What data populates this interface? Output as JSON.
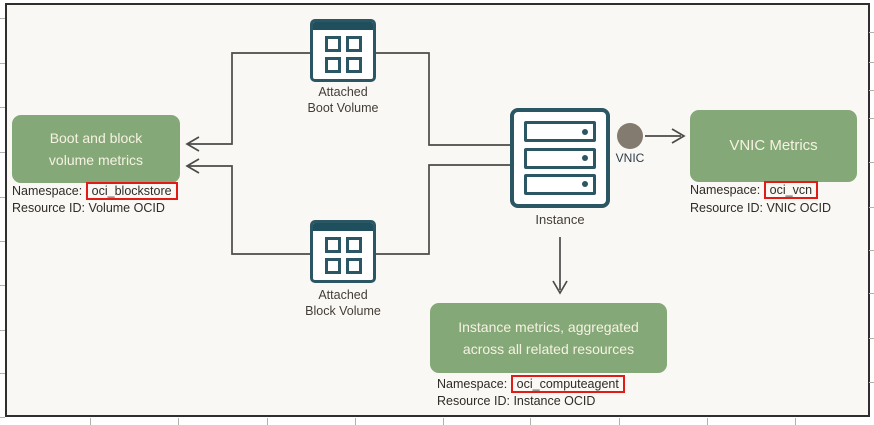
{
  "diagram": {
    "boot_volume": {
      "label1": "Attached",
      "label2": "Boot Volume"
    },
    "block_volume": {
      "label1": "Attached",
      "label2": "Block Volume"
    },
    "instance": {
      "label": "Instance"
    },
    "vnic": {
      "label": "VNIC"
    },
    "boot_block_box": {
      "line1": "Boot and block",
      "line2": "volume metrics",
      "namespace_label": "Namespace:",
      "namespace_value": "oci_blockstore",
      "resource_label": "Resource ID:",
      "resource_value": "Volume OCID"
    },
    "vnic_box": {
      "title": "VNIC Metrics",
      "namespace_label": "Namespace:",
      "namespace_value": "oci_vcn",
      "resource_label": "Resource ID:",
      "resource_value": "VNIC OCID"
    },
    "instance_box": {
      "line1": "Instance metrics, aggregated",
      "line2": "across all related resources",
      "namespace_label": "Namespace:",
      "namespace_value": "oci_computeagent",
      "resource_label": "Resource ID:",
      "resource_value": "Instance OCID"
    },
    "colors": {
      "box_green": "#84a877",
      "box_text": "#f6f2e2",
      "icon_teal": "#2b5664",
      "icon_teal_dark": "#1f4e5c",
      "connector_gray": "#4b4b49",
      "highlight_red": "#e11c17",
      "vnic_gray": "#837a70",
      "canvas_bg": "#faf8f4"
    }
  }
}
